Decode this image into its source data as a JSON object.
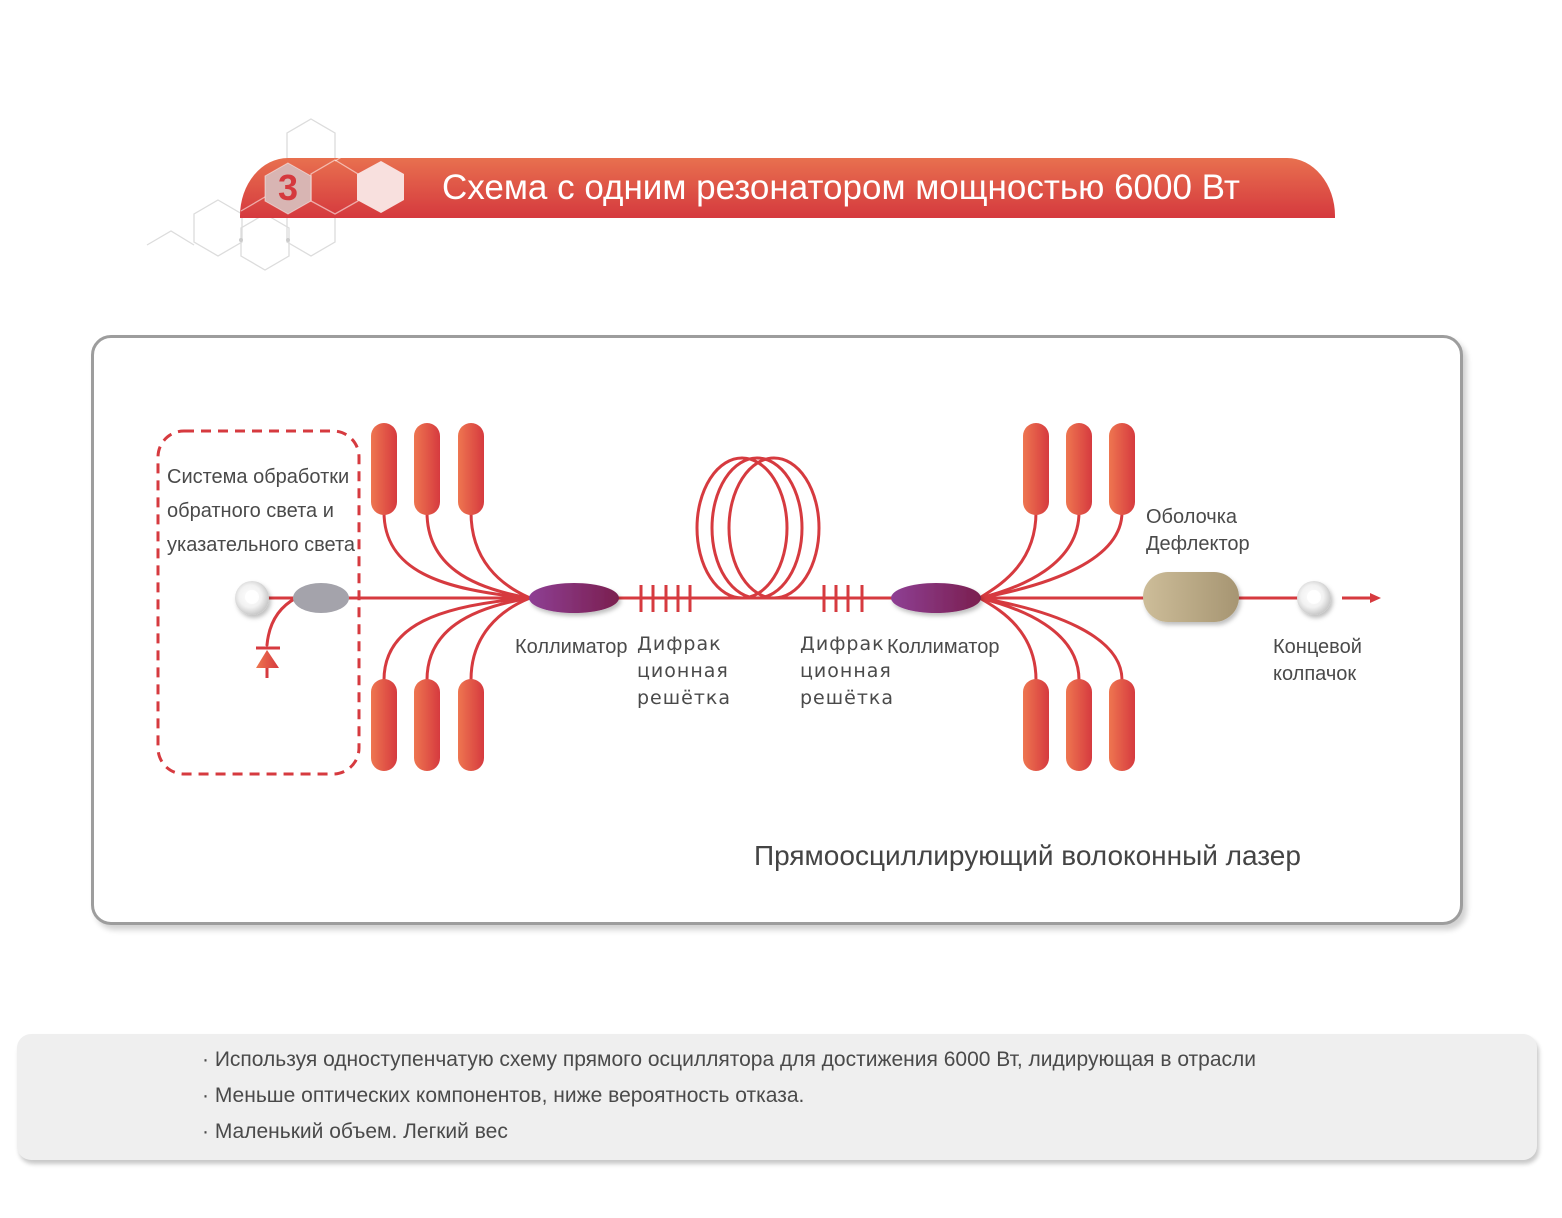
{
  "header": {
    "step_number": "3",
    "title": "Схема с одним резонатором мощностью 6000 Вт"
  },
  "diagram": {
    "feedback_system_label": [
      "Система обработки",
      "обратного света и",
      "указательного света"
    ],
    "collimator_left": "Коллиматор",
    "grating_left": [
      "Дифрак",
      "ционная",
      "решётка"
    ],
    "grating_right": [
      "Дифрак",
      "ционная",
      "решётка"
    ],
    "collimator_right": "Коллиматор",
    "cladding_deflector": [
      "Оболочка",
      "Дефлектор"
    ],
    "end_cap": [
      "Концевой",
      "колпачок"
    ],
    "caption": "Прямоосциллирующий волоконный лазер",
    "colors": {
      "fiber": "#d63a3f",
      "pump_start": "#ee7650",
      "pump_end": "#d63a3f",
      "collimator_start": "#8e3f94",
      "collimator_end": "#7a1f4f",
      "deflector_start": "#c9b994",
      "deflector_end": "#a89774",
      "combiner": "#a4a3ab",
      "box_border": "#9d9d9d"
    }
  },
  "features": [
    "· Используя одноступенчатую схему прямого осциллятора для достижения 6000 Вт, лидирующая в отрасли",
    "· Меньше оптических компонентов, ниже вероятность отказа.",
    "· Маленький объем. Легкий вес"
  ]
}
